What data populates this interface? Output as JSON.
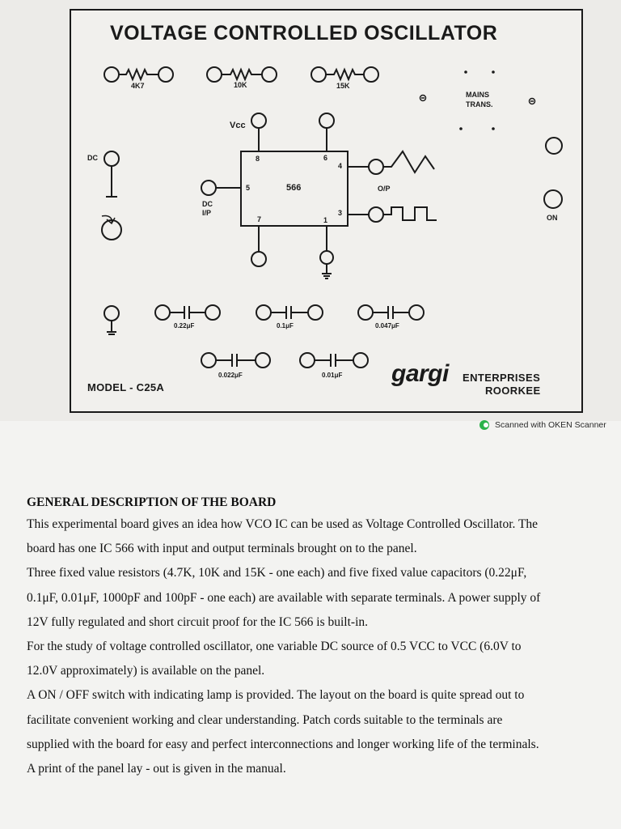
{
  "panel": {
    "title": "VOLTAGE CONTROLLED OSCILLATOR",
    "resistors": [
      "4K7",
      "10K",
      "15K"
    ],
    "mains_label_1": "MAINS",
    "mains_label_2": "TRANS.",
    "vcc_label": "Vcc",
    "dc_label": "DC",
    "dc_ip_label_1": "DC",
    "dc_ip_label_2": "I/P",
    "ic_label": "566",
    "pins": [
      "8",
      "6",
      "4",
      "5",
      "7",
      "1",
      "3"
    ],
    "op_label": "O/P",
    "on_label": "ON",
    "capacitors_row1": [
      "0.22μF",
      "0.1μF",
      "0.047μF"
    ],
    "capacitors_row2": [
      "0.022μF",
      "0.01μF"
    ],
    "model": "MODEL - C25A",
    "brand": "gargi",
    "brand_suffix": "ENTERPRISES",
    "city": "ROORKEE"
  },
  "scanner": {
    "text": "Scanned with OKEN Scanner",
    "logo_color": "#2bb34a"
  },
  "description": {
    "heading": "GENERAL DESCRIPTION OF THE BOARD",
    "lines": [
      "This experimental board gives an idea how VCO IC can be used as Voltage Controlled Oscillator. The",
      "board has one IC 566 with input and output terminals brought on to the panel.",
      "Three fixed value resistors (4.7K, 10K and 15K - one each) and five fixed value capacitors (0.22μF,",
      "0.1μF, 0.01μF, 1000pF and 100pF - one each) are available with separate terminals. A power supply of",
      "12V fully regulated and short circuit proof for the IC 566 is built-in.",
      "For the study of voltage controlled oscillator, one variable DC source of 0.5 VCC to VCC (6.0V to",
      "12.0V approximately) is available on the panel.",
      "A ON / OFF switch with indicating lamp is provided. The layout on the board is quite spread out to",
      "facilitate convenient working and clear understanding. Patch cords suitable to the terminals are",
      "supplied with the board for easy and perfect interconnections and longer working life of the terminals.",
      "A print of the panel lay - out is given in the manual."
    ]
  }
}
